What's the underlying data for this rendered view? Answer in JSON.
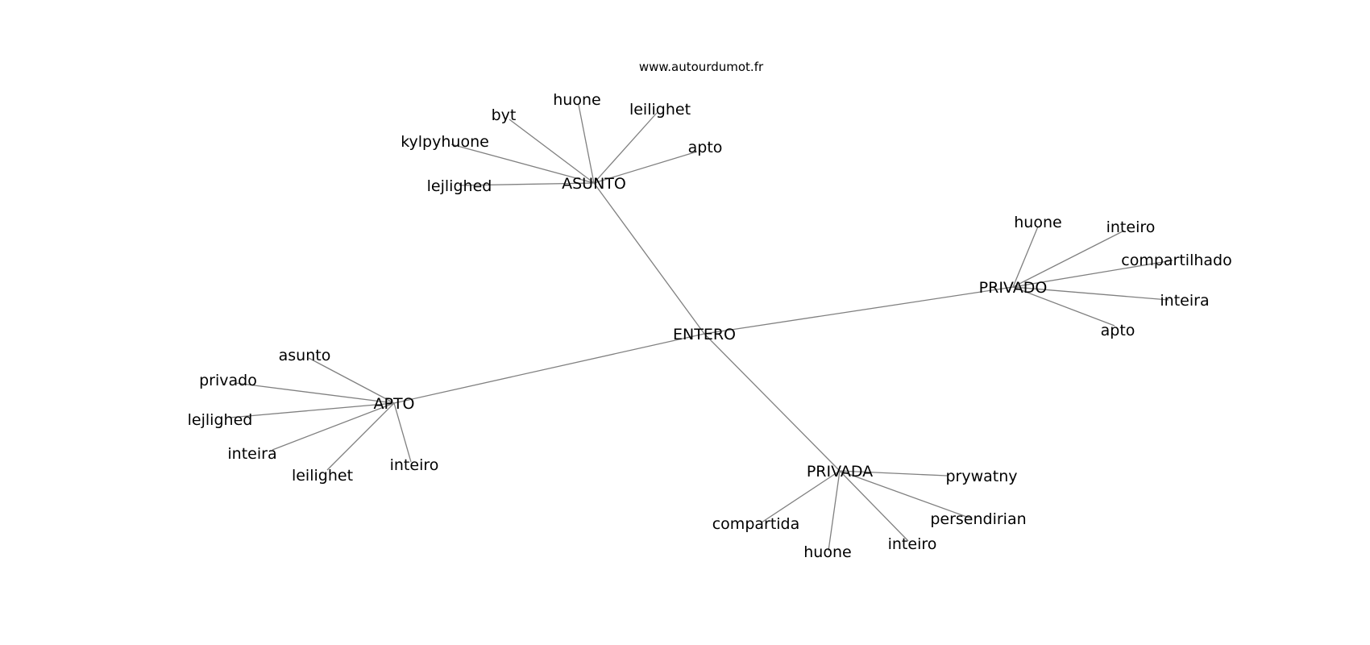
{
  "source": {
    "label": "www.autourdumot.fr"
  },
  "colors": {
    "edge": "#808080",
    "text": "#000000",
    "background": "#ffffff"
  },
  "graph": {
    "center": "ENTERO",
    "hubs": [
      {
        "id": "asunto",
        "label": "ASUNTO",
        "leaves": [
          "lejlighed",
          "kylpyhuone",
          "byt",
          "huone",
          "leilighet",
          "apto"
        ]
      },
      {
        "id": "privado",
        "label": "PRIVADO",
        "leaves": [
          "huone",
          "inteiro",
          "compartilhado",
          "inteira",
          "apto"
        ]
      },
      {
        "id": "apto",
        "label": "APTO",
        "leaves": [
          "asunto",
          "privado",
          "lejlighed",
          "inteira",
          "leilighet",
          "inteiro"
        ]
      },
      {
        "id": "privada",
        "label": "PRIVADA",
        "leaves": [
          "prywatny",
          "persendirian",
          "inteiro",
          "huone",
          "compartida"
        ]
      }
    ]
  }
}
